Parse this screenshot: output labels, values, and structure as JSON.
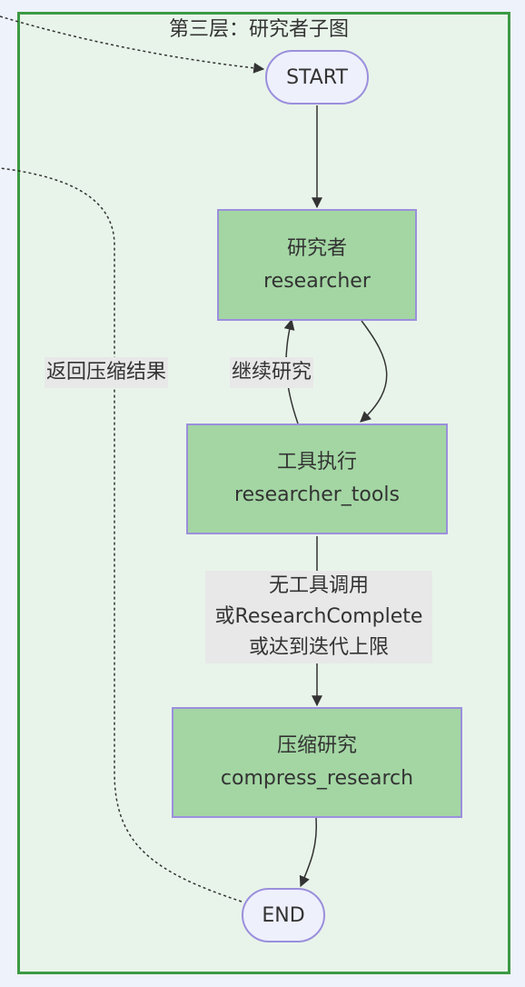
{
  "subgraph": {
    "title": "第三层：研究者子图"
  },
  "nodes": {
    "start": {
      "label": "START"
    },
    "researcher": {
      "title": "研究者",
      "id": "researcher"
    },
    "tools": {
      "title": "工具执行",
      "id": "researcher_tools"
    },
    "compress": {
      "title": "压缩研究",
      "id": "compress_research"
    },
    "end": {
      "label": "END"
    }
  },
  "edge_labels": {
    "return_result": "返回压缩结果",
    "continue_research": "继续研究",
    "stop_condition_line1": "无工具调用",
    "stop_condition_line2": "或ResearchComplete",
    "stop_condition_line3": "或达到迭代上限"
  },
  "colors": {
    "background": "#eef2fb",
    "subgraph_fill": "#e8f4ea",
    "subgraph_border": "#3c9a45",
    "node_fill": "#a3d6a3",
    "node_border": "#9b8fdc",
    "terminal_fill": "#eef0fc",
    "edge": "#333333",
    "label_bg": "#e8e8e8"
  }
}
